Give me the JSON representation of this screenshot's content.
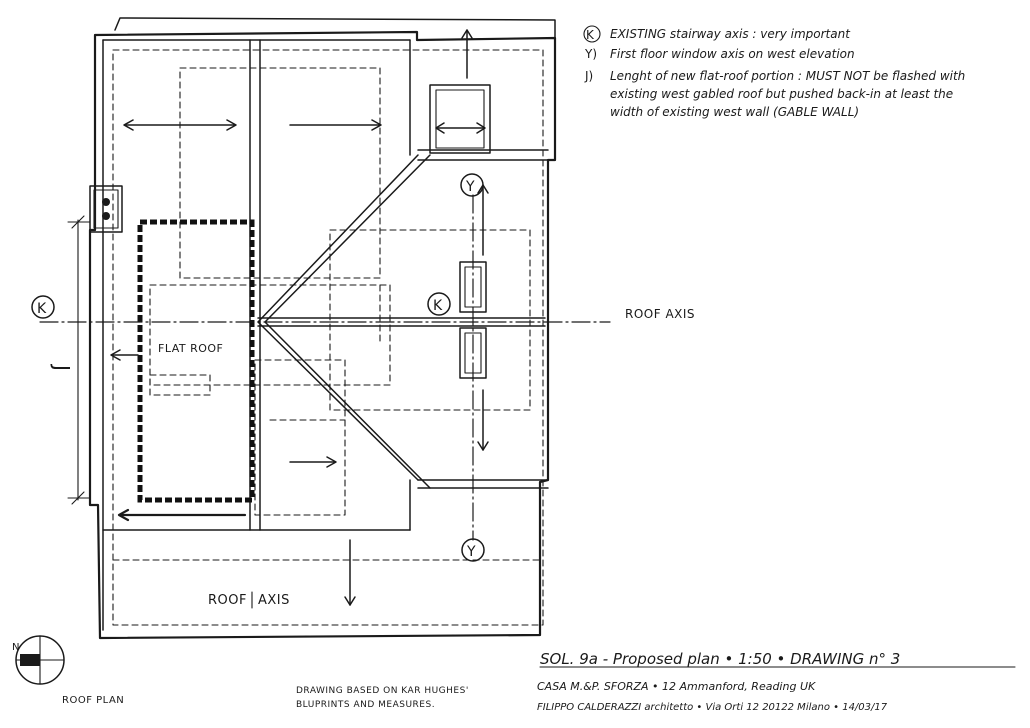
{
  "notes": [
    {
      "key": "K)",
      "text": "EXISTING stairway axis : very important"
    },
    {
      "key": "Y)",
      "text": "First floor window axis on west elevation"
    },
    {
      "key": "J)",
      "line1": "Lenght of new flat-roof portion : MUST NOT be flashed with",
      "line2": "existing west gabled roof but pushed back-in at least the",
      "line3": "width of existing west wall (GABLE WALL)"
    }
  ],
  "plan_labels": {
    "flat_roof": "FLAT ROOF",
    "roof_axis_right": "ROOF AXIS",
    "roof_axis_bottom_a": "ROOF",
    "roof_axis_bottom_b": "AXIS",
    "k_left": "K",
    "k_center": "K",
    "y_top": "Y",
    "y_bottom": "Y",
    "j_dim": "J"
  },
  "north": {
    "letter": "N"
  },
  "footer": {
    "roof_plan": "ROOF PLAN",
    "based_line1": "DRAWING BASED ON KAR HUGHES'",
    "based_line2": "BLUPRINTS AND MEASURES.",
    "title": "SOL. 9a - Proposed plan  •  1:50  •  DRAWING n° 3",
    "address": "CASA M.&P. SFORZA • 12 Ammanford, Reading UK",
    "architect": "FILIPPO CALDERAZZI architetto • Via Orti 12 20122 Milano • 14/03/17"
  }
}
